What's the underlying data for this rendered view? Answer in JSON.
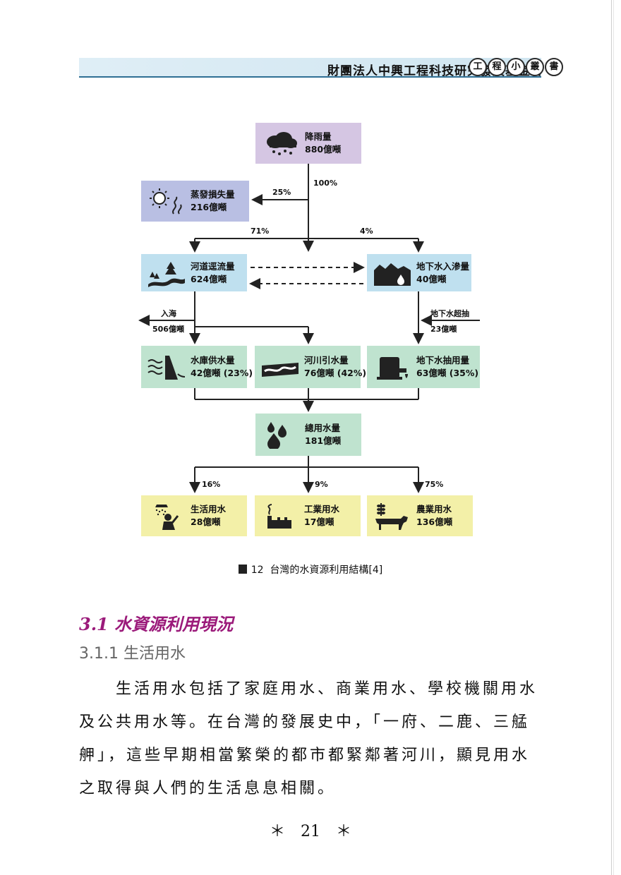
{
  "header": {
    "foundation": "財團法人中興工程科技研究發展基金會",
    "series_chars": [
      "工",
      "程",
      "小",
      "叢",
      "書"
    ]
  },
  "diagram": {
    "rainfall": {
      "label": "降雨量",
      "value": "880億噸",
      "icon": "rain-cloud-icon"
    },
    "evaporation": {
      "label": "蒸發損失量",
      "value": "216億噸",
      "icon": "sun-icon"
    },
    "runoff": {
      "label": "河道逕流量",
      "value": "624億噸",
      "icon": "river-trees-icon"
    },
    "infiltration": {
      "label": "地下水入滲量",
      "value": "40億噸",
      "icon": "groundwater-drop-icon"
    },
    "reservoir": {
      "label": "水庫供水量",
      "value": "42億噸 (23%)",
      "icon": "dam-icon"
    },
    "river_intake": {
      "label": "河川引水量",
      "value": "76億噸 (42%)",
      "icon": "river-intake-icon"
    },
    "groundwater_pump": {
      "label": "地下水抽用量",
      "value": "63億噸 (35%)",
      "icon": "pump-icon"
    },
    "total": {
      "label": "總用水量",
      "value": "181億噸",
      "icon": "water-drops-icon"
    },
    "domestic": {
      "label": "生活用水",
      "value": "28億噸",
      "icon": "shower-person-icon"
    },
    "industrial": {
      "label": "工業用水",
      "value": "17億噸",
      "icon": "factory-icon"
    },
    "agricultural": {
      "label": "農業用水",
      "value": "136億噸",
      "icon": "cow-wheat-icon"
    },
    "percents": {
      "p100": "100%",
      "p25": "25%",
      "p71": "71%",
      "p4": "4%",
      "p16": "16%",
      "p9": "9%",
      "p75": "75%"
    },
    "to_sea_label": "入海",
    "to_sea_value": "506億噸",
    "overpump_label": "地下水超抽",
    "overpump_value": "23億噸"
  },
  "caption": {
    "figure_number": "12",
    "text": "台灣的水資源利用結構[4]"
  },
  "section": {
    "title": "3.1 水資源利用現況",
    "subtitle": "3.1.1 生活用水"
  },
  "body_text": "生活用水包括了家庭用水、商業用水、學校機關用水及公共用水等。在台灣的發展史中，「一府、二鹿、三艋舺」，這些早期相當繁榮的都市都緊鄰著河川，顯見用水之取得與人們的生活息息相關。",
  "page_number": "＊　21　＊"
}
